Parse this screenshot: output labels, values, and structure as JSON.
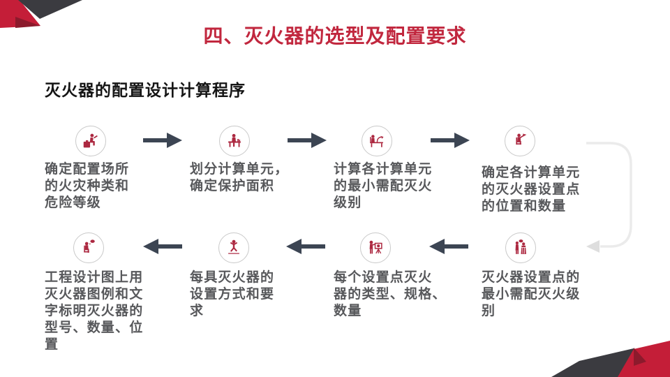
{
  "slide": {
    "title": "四、灭火器的选型及配置要求",
    "subtitle": "灭火器的配置设计计算程序"
  },
  "flow": {
    "steps": [
      {
        "order": 1,
        "icon": "person-sitting-on-box-reading-icon",
        "text": "确定配置场所\n的火灾种类和\n危险等级"
      },
      {
        "order": 2,
        "icon": "person-working-at-desk-icon",
        "text": "划分计算单元，\n确定保护面积"
      },
      {
        "order": 3,
        "icon": "person-at-desk-with-lamp-icon",
        "text": "计算各计算单元\n的最小需配灭火\n级别"
      },
      {
        "order": 4,
        "icon": "seated-person-pointing-flag-icon",
        "text": "确定各计算单元\n的灭火器设置点\n的位置和数量"
      },
      {
        "order": 5,
        "icon": "two-people-conversation-icon",
        "text": "灭火器设置点的\n最小需配灭火级\n别"
      },
      {
        "order": 6,
        "icon": "person-presenting-easel-icon",
        "text": "每个设置点灭火\n器的类型、规格、\n数量"
      },
      {
        "order": 7,
        "icon": "person-jumping-icon",
        "text": "每具灭火器的\n设置方式和要\n求"
      },
      {
        "order": 8,
        "icon": "seated-person-thinking-icon",
        "text": "工程设计图上用\n灭火器图例和文\n字标明灭火器的\n型号、数量、位\n置"
      }
    ]
  },
  "colors": {
    "title_red": "#C1273E",
    "pictogram_red": "#AC2840",
    "arrow_dark": "#3C4553",
    "step_text_gray": "#57585B",
    "connector_gray": "#EBEBEB",
    "corner_red": "#C41E38",
    "corner_dark_red": "#8C1A2C",
    "corner_gray": "#3B3B40"
  }
}
